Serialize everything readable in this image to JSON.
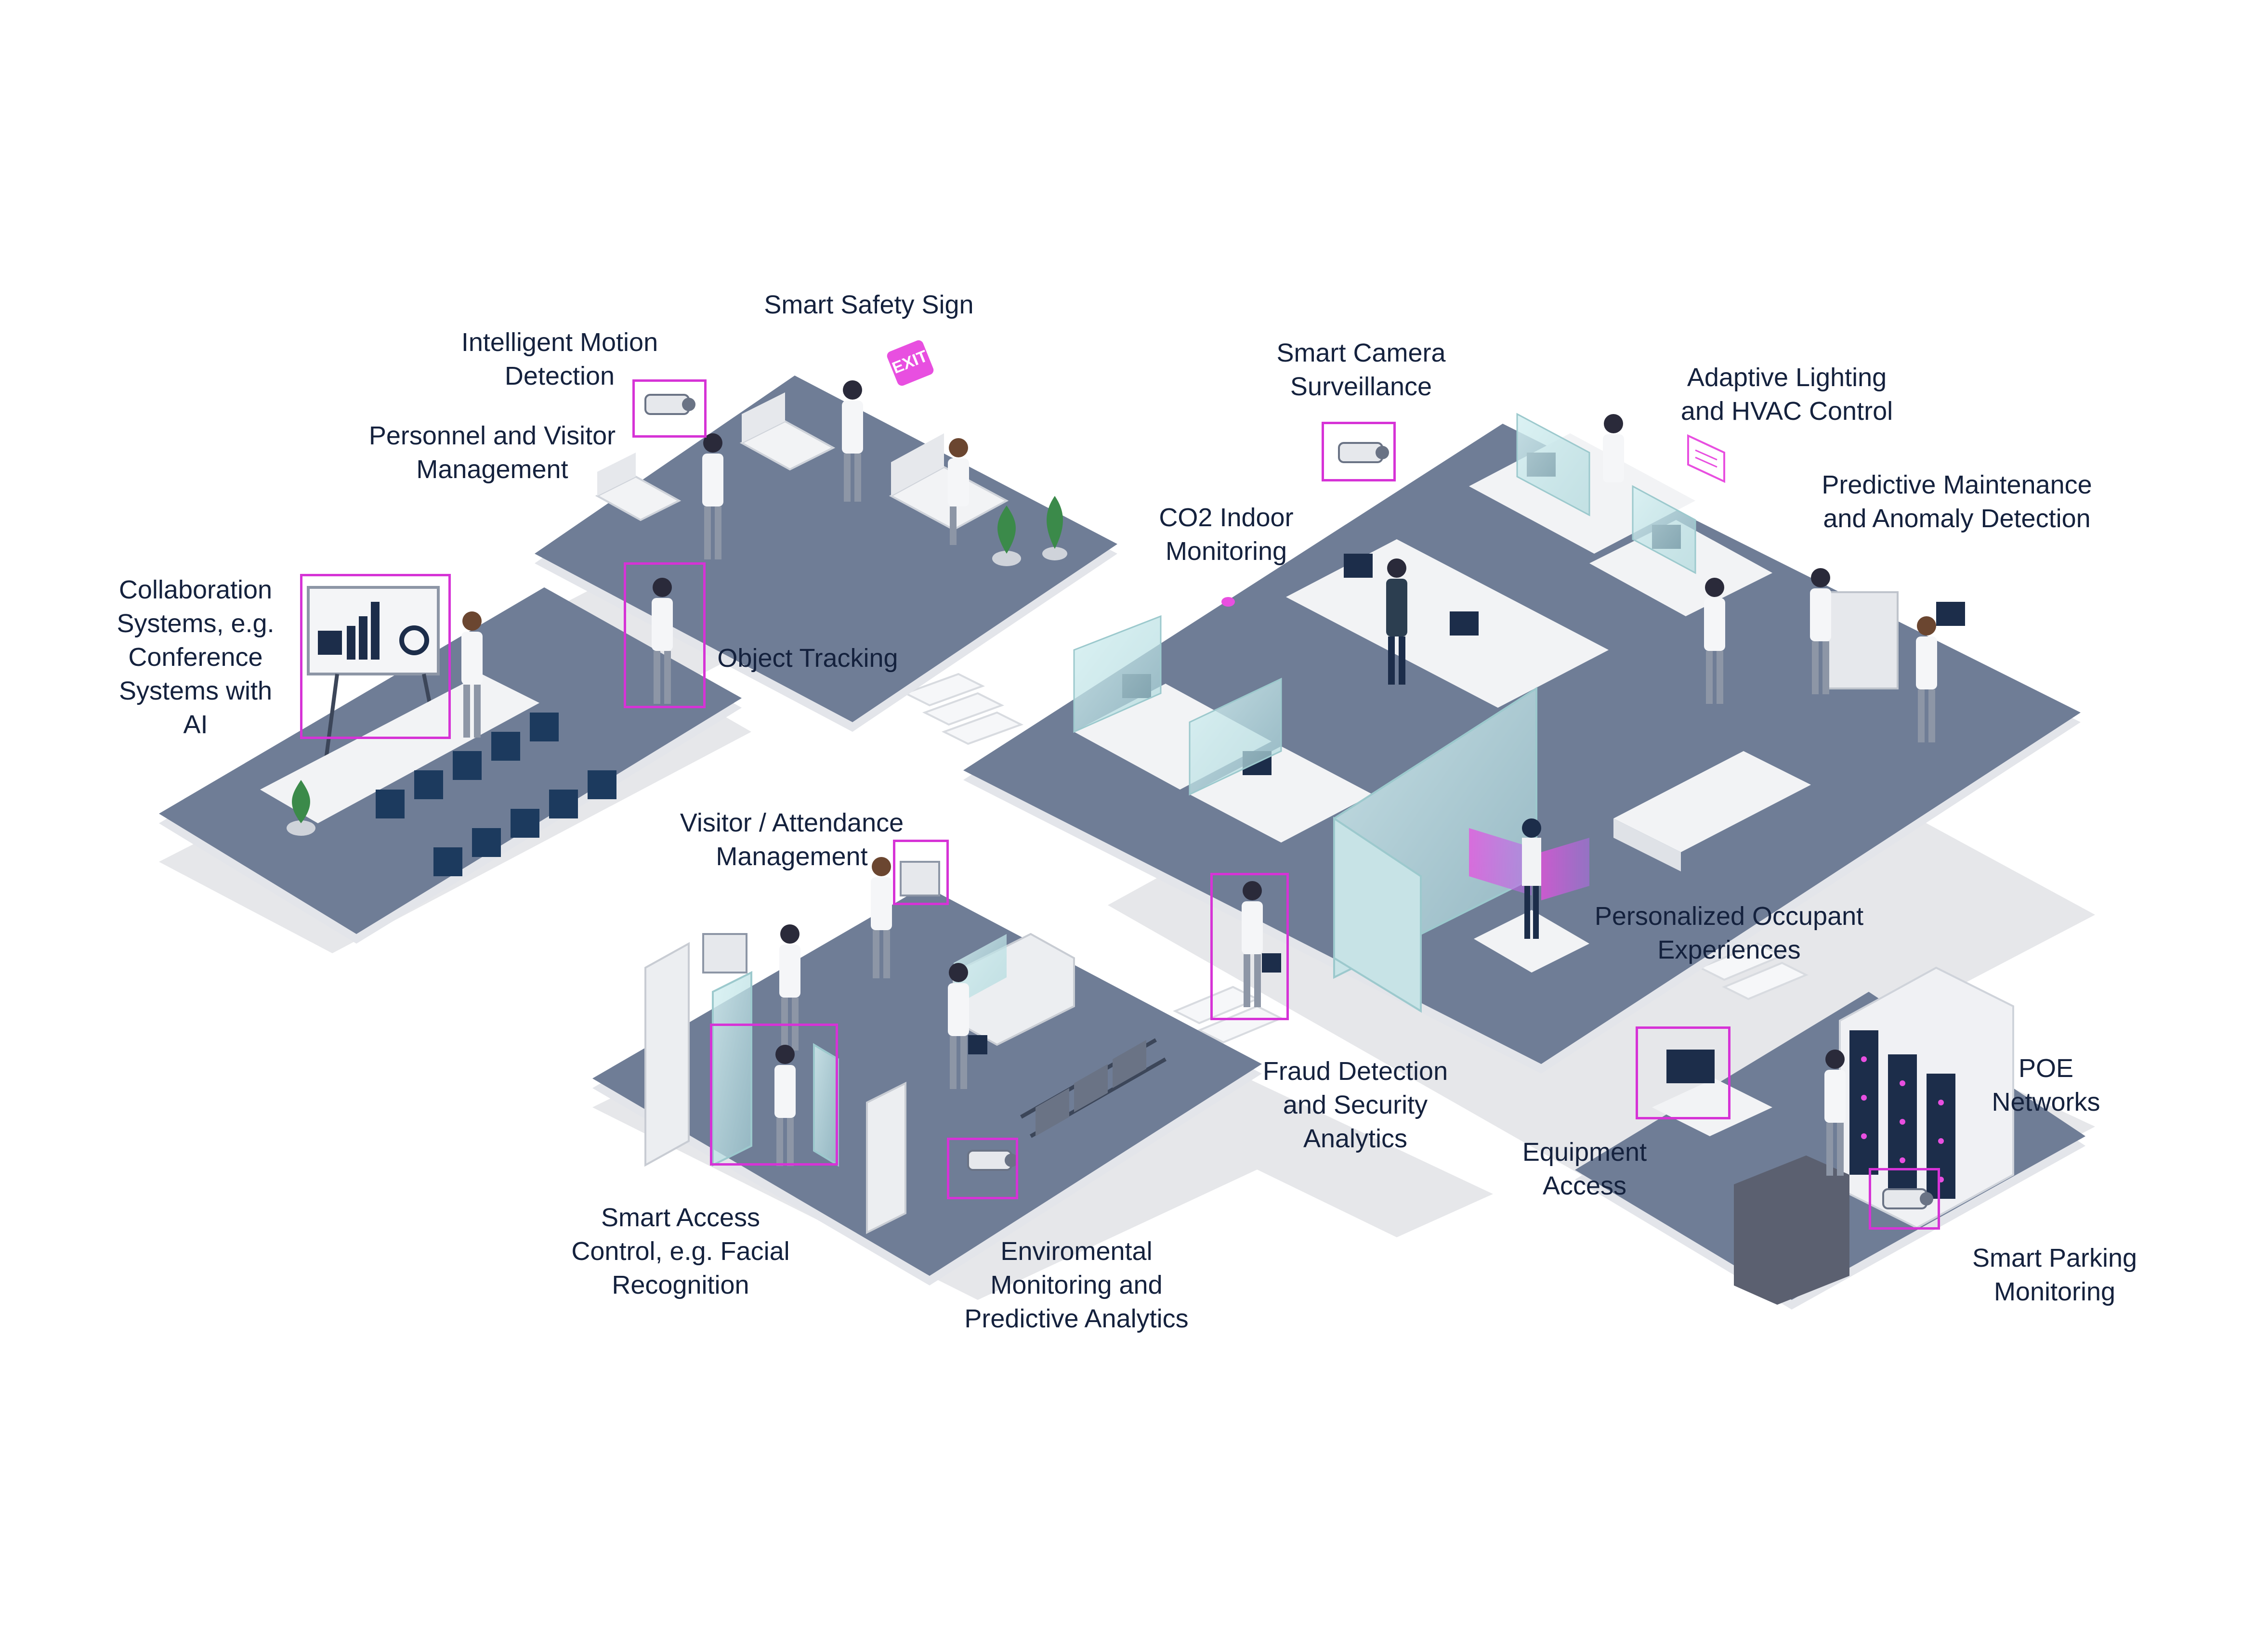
{
  "labels": {
    "smart_safety_sign": "Smart Safety Sign",
    "intelligent_motion": "Intelligent Motion\nDetection",
    "personnel_visitor": "Personnel and Visitor\nManagement",
    "collaboration": "Collaboration\nSystems, e.g.\nConference\nSystems with\nAI",
    "object_tracking": "Object Tracking",
    "smart_camera": "Smart Camera\nSurveillance",
    "adaptive_lighting": "Adaptive Lighting\nand HVAC Control",
    "predictive_maintenance": "Predictive Maintenance\nand Anomaly Detection",
    "co2": "CO2 Indoor\nMonitoring",
    "visitor_attendance": "Visitor / Attendance\nManagement",
    "personalized": "Personalized Occupant\nExperiences",
    "fraud_detection": "Fraud Detection\nand Security\nAnalytics",
    "equipment_access": "Equipment\nAccess",
    "poe": "POE\nNetworks",
    "smart_access": "Smart Access\nControl, e.g. Facial\nRecognition",
    "environmental": "Enviromental\nMonitoring and\nPredictive Analytics",
    "smart_parking": "Smart Parking\nMonitoring"
  },
  "exit_sign": "EXIT",
  "colors": {
    "floor_top": "#6f7d96",
    "floor_side": "#e3e5ea",
    "furniture": "#f2f3f5",
    "chair": "#1c3a5e",
    "highlight": "#d633d6",
    "accent_pink": "#e84fe0",
    "label_text": "#14213d",
    "glass": "#bfe3e6"
  }
}
